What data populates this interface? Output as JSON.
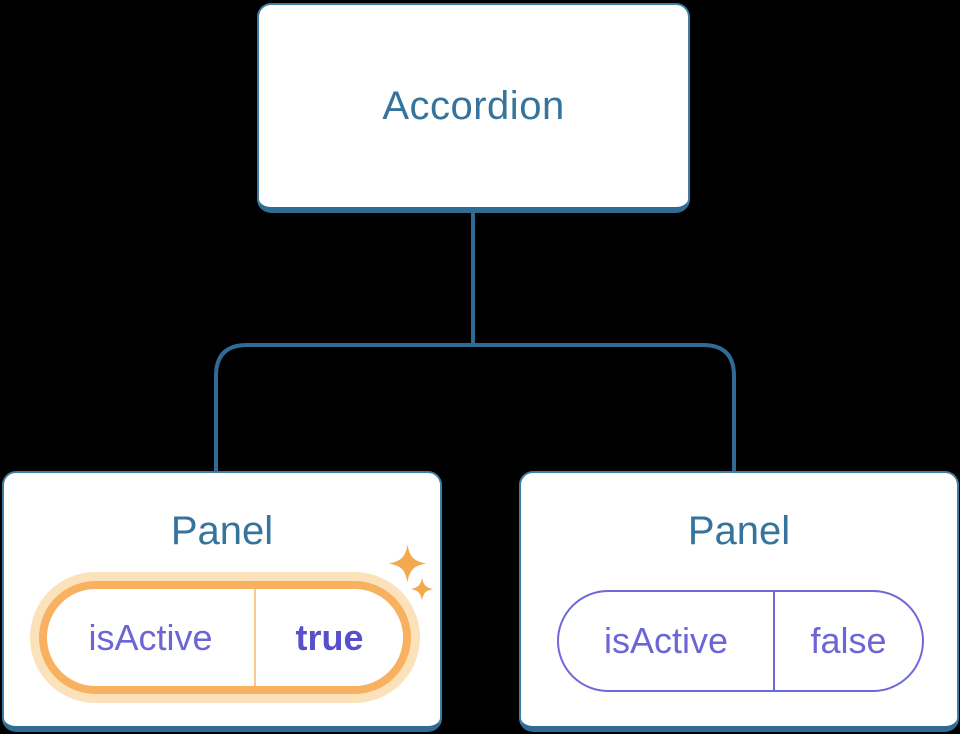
{
  "diagram": {
    "root": {
      "label": "Accordion"
    },
    "panels": [
      {
        "title": "Panel",
        "prop_name": "isActive",
        "prop_value": "true",
        "highlighted": true
      },
      {
        "title": "Panel",
        "prop_name": "isActive",
        "prop_value": "false",
        "highlighted": false
      }
    ],
    "colors": {
      "background": "#000000",
      "node_fill": "#ffffff",
      "node_border": "#3f7da4",
      "node_border_bottom": "#2f6b92",
      "node_title_text": "#35749c",
      "connector_line": "#2f6b92",
      "prop_text": "#6d65d6",
      "prop_value_active_text": "#5850cb",
      "active_pill_border": "#f7b160",
      "active_pill_glow": "#fbe2ba",
      "active_pill_divider": "#f9c98e",
      "inactive_pill_border": "#6f68d8",
      "sparkle": "#f5a94e"
    }
  }
}
